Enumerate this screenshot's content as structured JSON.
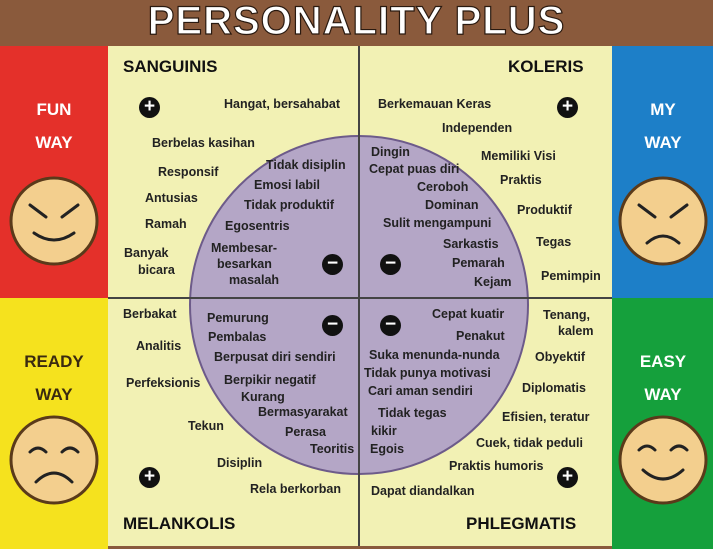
{
  "title": "PERSONALITY PLUS",
  "colors": {
    "title_band": "#8a5a3c",
    "sanguinis": "#e4302a",
    "koleris": "#1d7fc8",
    "melankolis": "#f5e21e",
    "phlegmatis": "#15a03c",
    "panel": "#f2f1b4",
    "circle": "#b4a6c6",
    "face": "#f3cf8e"
  },
  "quadrants": {
    "sanguinis": {
      "name": "SANGUINIS",
      "side": [
        "FUN",
        "WAY"
      ],
      "face": "angry-face-icon",
      "strengths": [
        "Hangat, bersahabat",
        "Berbelas kasihan",
        "Responsif",
        "Antusias",
        "Ramah",
        "Banyak",
        "bicara"
      ],
      "weaknesses": [
        "Tidak disiplin",
        "Emosi labil",
        "Tidak produktif",
        "Egosentris",
        "Membesar-",
        "besarkan",
        "masalah"
      ]
    },
    "koleris": {
      "name": "KOLERIS",
      "side": [
        "MY",
        "WAY"
      ],
      "face": "frowning-face-icon",
      "strengths": [
        "Berkemauan Keras",
        "Independen",
        "Memiliki Visi",
        "Praktis",
        "Produktif",
        "Tegas",
        "Pemimpin"
      ],
      "weaknesses": [
        "Dingin",
        "Cepat puas diri",
        "Ceroboh",
        "Dominan",
        "Sulit mengampuni",
        "Sarkastis",
        "Pemarah",
        "Kejam"
      ]
    },
    "melankolis": {
      "name": "MELANKOLIS",
      "side": [
        "READY",
        "WAY"
      ],
      "face": "sad-face-icon",
      "strengths": [
        "Berbakat",
        "Analitis",
        "Perfeksionis",
        "Tekun",
        "Disiplin",
        "Rela berkorban"
      ],
      "weaknesses": [
        "Pemurung",
        "Pembalas",
        "Berpusat diri sendiri",
        "Berpikir negatif",
        "Kurang",
        "Bermasyarakat",
        "Perasa",
        "Teoritis"
      ]
    },
    "phlegmatis": {
      "name": "PHLEGMATIS",
      "side": [
        "EASY",
        "WAY"
      ],
      "face": "smiling-face-icon",
      "strengths": [
        "Tenang,",
        "kalem",
        "Obyektif",
        "Diplomatis",
        "Efisien, teratur",
        "Cuek, tidak peduli",
        "Praktis humoris",
        "Dapat diandalkan"
      ],
      "weaknesses": [
        "Cepat kuatir",
        "Penakut",
        "Suka menunda-nunda",
        "Tidak punya motivasi",
        "Cari aman sendiri",
        "Tidak tegas",
        "kikir",
        "Egois"
      ]
    }
  },
  "signs": {
    "plus": "+",
    "minus": "−"
  }
}
